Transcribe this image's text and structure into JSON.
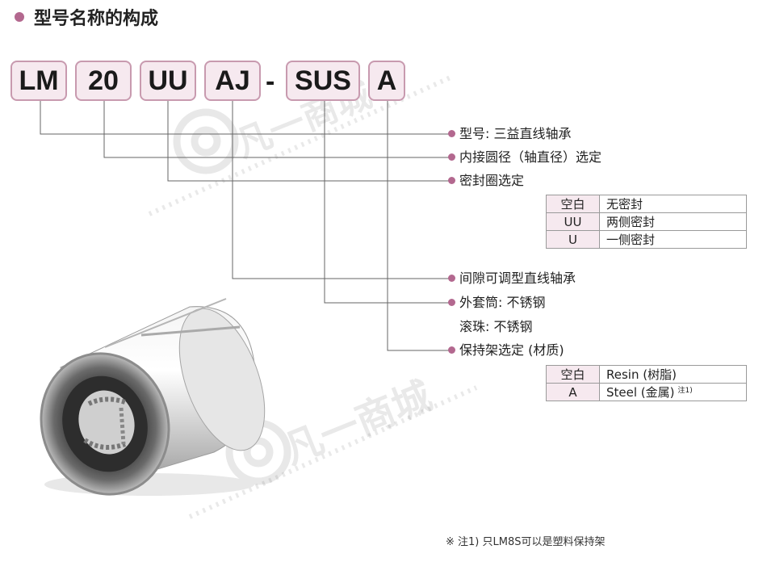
{
  "title": "型号名称的构成",
  "code": {
    "segments": [
      "LM",
      "20",
      "UU",
      "AJ",
      "SUS",
      "A"
    ],
    "separator": "-"
  },
  "descriptions": {
    "model": "型号:  三益直线轴承",
    "inner_diameter": "内接圆径（轴直径）选定",
    "seal": "密封圈选定",
    "clearance": "间隙可调型直线轴承",
    "outer_cylinder": "外套筒: 不锈钢",
    "balls": "滚珠: 不锈钢",
    "retainer": "保持架选定 (材质)"
  },
  "seal_table": [
    {
      "code": "空白",
      "desc": "无密封"
    },
    {
      "code": "UU",
      "desc": "两侧密封"
    },
    {
      "code": "U",
      "desc": "一侧密封"
    }
  ],
  "retainer_table": [
    {
      "code": "空白",
      "desc": "Resin (树脂)",
      "note": ""
    },
    {
      "code": "A",
      "desc": "Steel (金属)",
      "note": "注1)"
    }
  ],
  "footnote": "※ 注1) 只LM8S可以是塑料保持架",
  "watermark_text": "凡一商城",
  "colors": {
    "accent": "#b3688f",
    "segment_bg": "#f6e9ef",
    "segment_border": "#c89aaf"
  }
}
